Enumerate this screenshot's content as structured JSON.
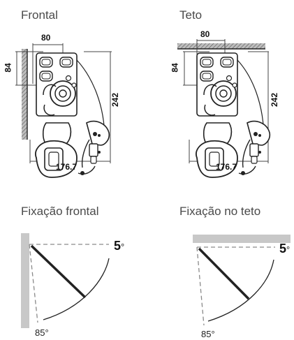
{
  "panels": {
    "frontal": {
      "title": "Frontal",
      "width": "80",
      "depth": "84",
      "height": "242",
      "span": "176.7"
    },
    "teto": {
      "title": "Teto",
      "width": "80",
      "depth": "84",
      "height": "242",
      "span": "176.7"
    }
  },
  "fixations": {
    "frontal": {
      "title": "Fixação frontal",
      "tilt": "5",
      "swing": "85°"
    },
    "teto": {
      "title": "Fixação no teto",
      "tilt": "5",
      "swing": "85°"
    }
  },
  "degree_symbol": "°",
  "colors": {
    "wall": "#c8c8c8",
    "line": "#222222",
    "dash": "#8a8a8a"
  }
}
